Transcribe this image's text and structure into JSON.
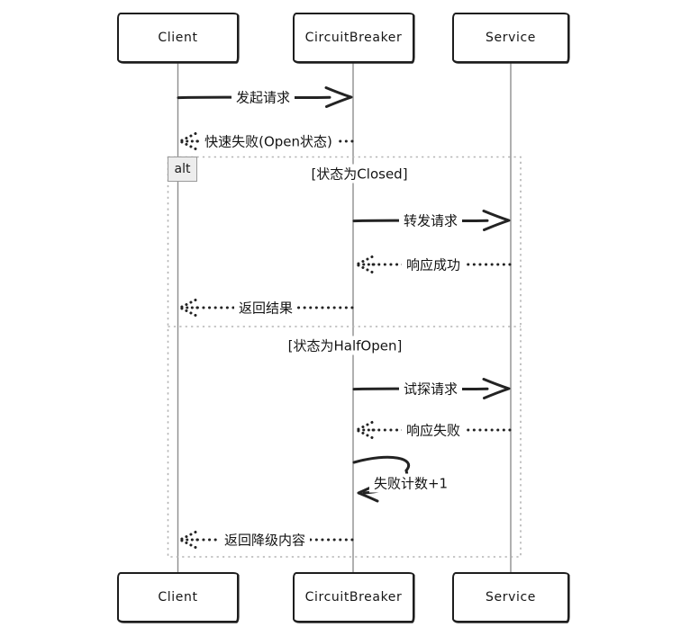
{
  "diagram": {
    "kind": "sequence-diagram",
    "style": "hand-drawn",
    "actors": [
      {
        "name": "Client"
      },
      {
        "name": "CircuitBreaker"
      },
      {
        "name": "Service"
      }
    ],
    "alt_frame": {
      "label": "alt",
      "conditions": [
        "[状态为Closed]",
        "[状态为HalfOpen]"
      ]
    },
    "messages": [
      {
        "from": "Client",
        "to": "CircuitBreaker",
        "label": "发起请求",
        "line": "solid"
      },
      {
        "from": "CircuitBreaker",
        "to": "Client",
        "label": "快速失败(Open状态)",
        "line": "dotted"
      },
      {
        "from": "CircuitBreaker",
        "to": "Service",
        "label": "转发请求",
        "line": "solid"
      },
      {
        "from": "Service",
        "to": "CircuitBreaker",
        "label": "响应成功",
        "line": "dotted"
      },
      {
        "from": "CircuitBreaker",
        "to": "Client",
        "label": "返回结果",
        "line": "dotted"
      },
      {
        "from": "CircuitBreaker",
        "to": "Service",
        "label": "试探请求",
        "line": "solid"
      },
      {
        "from": "Service",
        "to": "CircuitBreaker",
        "label": "响应失败",
        "line": "dotted"
      },
      {
        "from": "CircuitBreaker",
        "to": "CircuitBreaker",
        "label": "失败计数+1",
        "line": "self"
      },
      {
        "from": "CircuitBreaker",
        "to": "Client",
        "label": "返回降级内容",
        "line": "dotted"
      }
    ],
    "colors": {
      "stroke": "#232323",
      "lifeline": "#8e8e8e",
      "frame_border": "#b3b3b3",
      "alt_tab_bg": "#ededed",
      "background": "#ffffff"
    }
  }
}
